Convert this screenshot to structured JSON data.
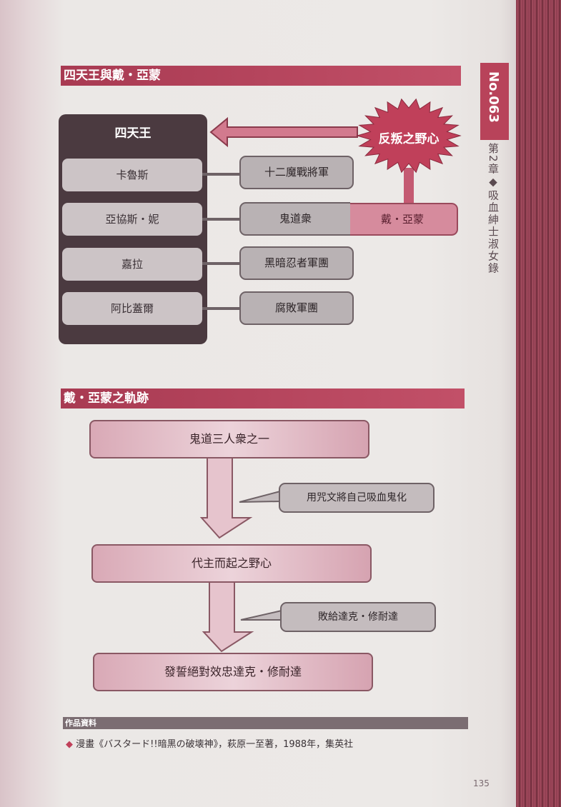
{
  "section1": {
    "title": "四天王與戴・亞蒙",
    "group_title": "四天王",
    "members": [
      "卡魯斯",
      "亞協斯・妮",
      "嘉拉",
      "阿比蓋爾"
    ],
    "armies": [
      "十二魔戰將軍",
      "鬼道衆",
      "黑暗忍者軍團",
      "腐敗軍團"
    ],
    "rebel": "戴・亞蒙",
    "ambition": "反叛之野心"
  },
  "section2": {
    "title": "戴・亞蒙之軌跡",
    "steps": [
      "鬼道三人衆之一",
      "代主而起之野心",
      "發誓絕對效忠達克・修耐達"
    ],
    "notes": [
      "用咒文將自己吸血鬼化",
      "敗給達克・修耐達"
    ]
  },
  "footer": {
    "label": "作品資料",
    "reference": "漫畫《バスタード!!暗黒の破壊神》，萩原一至著，1988年，集英社"
  },
  "side": {
    "number": "No.063",
    "chapter": "第2章◆吸血紳士淑女錄"
  },
  "page_number": "135",
  "colors": {
    "accent": "#b8435a",
    "dark": "#4b3a40",
    "gray": "#b9b2b4"
  }
}
